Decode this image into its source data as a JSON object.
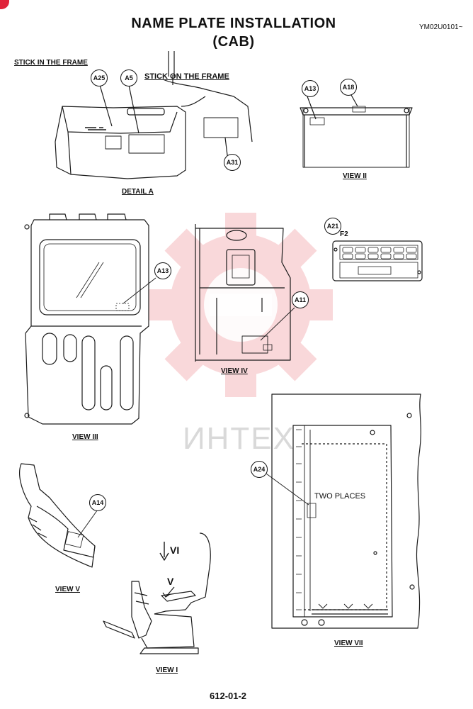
{
  "header": {
    "title_line1": "NAME PLATE INSTALLATION",
    "title_line2": "(CAB)",
    "doc_code": "YM02U0101~"
  },
  "labels": {
    "stick_in_frame": "STICK IN THE FRAME",
    "stick_on_frame": "STICK ON THE FRAME",
    "detail_a": "DETAIL  A",
    "view_ii": "VIEW  II",
    "view_iii": "VIEW  III",
    "view_iv": "VIEW  IV",
    "view_v": "VIEW  V",
    "view_vii": "VIEW  VII",
    "view_i": "VIEW  I",
    "two_places": "TWO PLACES",
    "f2": "F2",
    "arrow_vi": "VI",
    "arrow_v": "V"
  },
  "callouts": {
    "a25": "A25",
    "a5": "A5",
    "a31": "A31",
    "a13_top": "A13",
    "a18": "A18",
    "a21": "A21",
    "a13_mid": "A13",
    "a11": "A11",
    "a14": "A14",
    "a24": "A24"
  },
  "watermark": {
    "text": "ИНТЕХ",
    "color": "#e8505b"
  },
  "footer": {
    "page_number": "612-01-2"
  }
}
